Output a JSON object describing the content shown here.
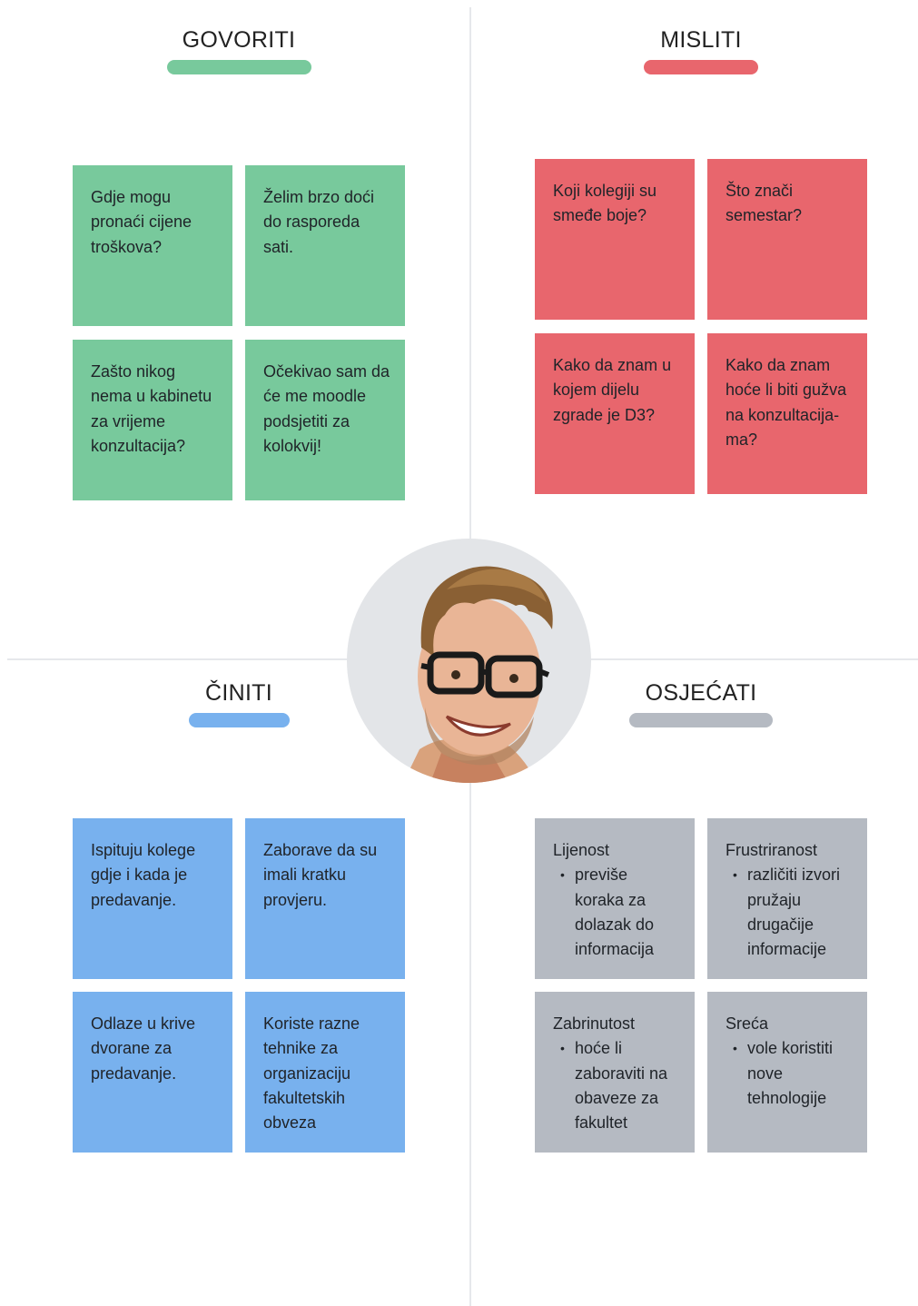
{
  "quadrants": {
    "say": {
      "title": "GOVORITI",
      "color": "#78c99c",
      "notes": [
        "Gdje mogu pronaći cijene troškova?",
        "Želim brzo doći do rasporeda sati.",
        "Zašto nikog nema u kabinetu za vrijeme konzultacija?",
        "Očekivao sam da će me moodle podsjetiti za kolokvij!"
      ]
    },
    "think": {
      "title": "MISLITI",
      "color": "#e8666d",
      "notes": [
        "Koji kolegiji su smeđe boje?",
        "Što znači semestar?",
        "Kako da znam u kojem dijelu zgrade je D3?",
        "Kako da znam hoće li biti gužva na konzultacija-ma?"
      ]
    },
    "do": {
      "title": "ČINITI",
      "color": "#78b1ee",
      "notes": [
        "Ispituju kolege gdje i kada je predavanje.",
        "Zaborave da su imali kratku provjeru.",
        "Odlaze u krive dvorane za predavanje.",
        "Koriste razne tehnike za organizaciju fakultetskih obveza"
      ]
    },
    "feel": {
      "title": "OSJEĆATI",
      "color": "#b5bac2",
      "notes": [
        {
          "title": "Lijenost",
          "bullet": "previše koraka za dolazak do informacija"
        },
        {
          "title": "Frustriranost",
          "bullet": "različiti izvori pružaju drugačije informacije"
        },
        {
          "title": "Zabrinutost",
          "bullet": "hoće li zaboraviti na obaveze za fakultet"
        },
        {
          "title": "Sreća",
          "bullet": "vole koristiti nove tehnologije"
        }
      ]
    }
  }
}
